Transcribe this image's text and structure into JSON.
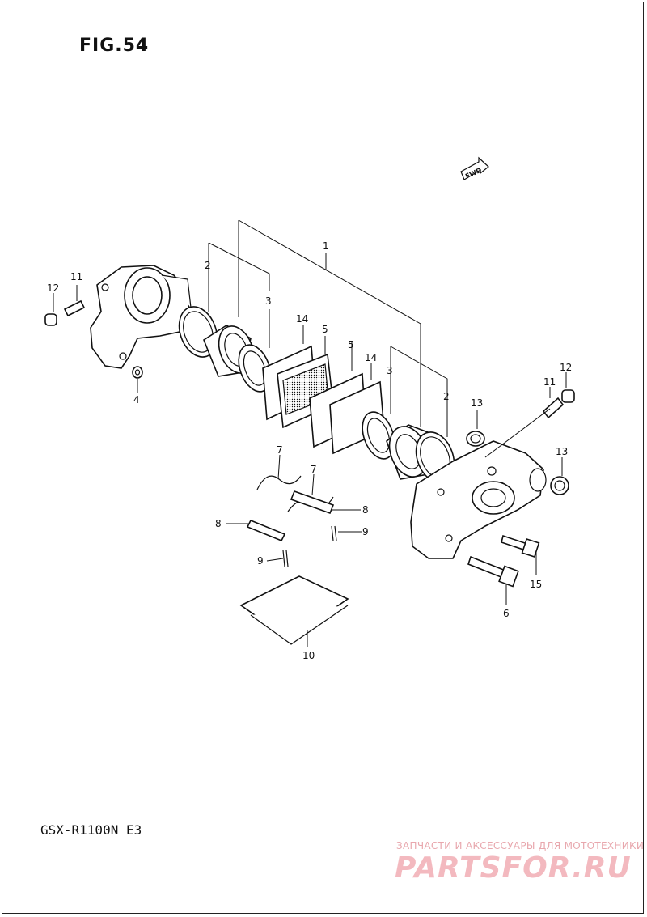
{
  "figure_title": "FIG.54",
  "model": "GSX-R1100N E3",
  "fwd_label": "FWD",
  "callouts": [
    {
      "id": "c1",
      "text": "1"
    },
    {
      "id": "c2a",
      "text": "2"
    },
    {
      "id": "c3a",
      "text": "3"
    },
    {
      "id": "c14a",
      "text": "14"
    },
    {
      "id": "c5a",
      "text": "5"
    },
    {
      "id": "c5b",
      "text": "5"
    },
    {
      "id": "c14b",
      "text": "14"
    },
    {
      "id": "c3b",
      "text": "3"
    },
    {
      "id": "c2b",
      "text": "2"
    },
    {
      "id": "c12a",
      "text": "12"
    },
    {
      "id": "c11a",
      "text": "11"
    },
    {
      "id": "c4",
      "text": "4"
    },
    {
      "id": "c13a",
      "text": "13"
    },
    {
      "id": "c12b",
      "text": "12"
    },
    {
      "id": "c11b",
      "text": "11"
    },
    {
      "id": "c13b",
      "text": "13"
    },
    {
      "id": "c7a",
      "text": "7"
    },
    {
      "id": "c7b",
      "text": "7"
    },
    {
      "id": "c8a",
      "text": "8"
    },
    {
      "id": "c8b",
      "text": "8"
    },
    {
      "id": "c9a",
      "text": "9"
    },
    {
      "id": "c9b",
      "text": "9"
    },
    {
      "id": "c15",
      "text": "15"
    },
    {
      "id": "c6",
      "text": "6"
    },
    {
      "id": "c10",
      "text": "10"
    }
  ],
  "watermark": {
    "tagline": "ЗАПЧАСТИ И АКСЕССУАРЫ ДЛЯ МОТОТЕХНИКИ",
    "logo": "PARTSFOR.RU",
    "color": "#f3b9bf"
  }
}
